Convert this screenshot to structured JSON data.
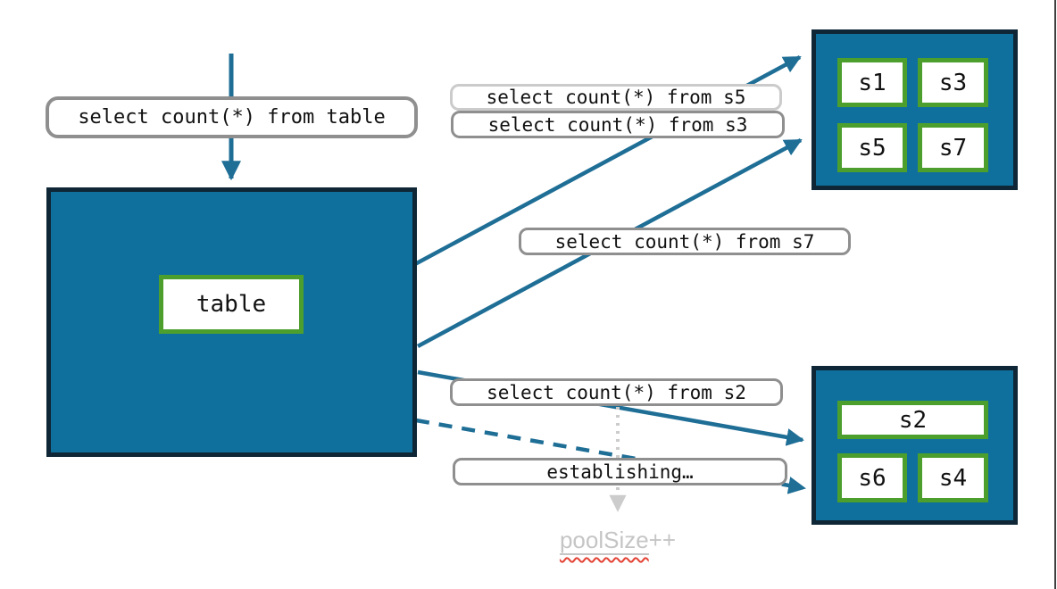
{
  "labels": {
    "query_table": "select count(*) from table",
    "query_s5": "select count(*) from s5",
    "query_s3": "select count(*) from s3",
    "query_s7": "select count(*) from s7",
    "query_s2": "select count(*) from s2",
    "establishing": "establishing…",
    "pool_size_word": "poolSize",
    "pool_size_suffix": "++"
  },
  "table_box": {
    "label": "table"
  },
  "shards": {
    "top": [
      "s1",
      "s3",
      "s5",
      "s7"
    ],
    "bottom": [
      "s2",
      "s6",
      "s4"
    ]
  },
  "colors": {
    "node_fill": "#0F709D",
    "node_border": "#0E2635",
    "shard_border": "#4C9F2D",
    "arrow": "#1E6E96",
    "pill_border": "#8F8F8F",
    "pill_border_light": "#CBCBCB",
    "muted_text": "#C5C5C5",
    "dotted_arrow": "#CCCCCC",
    "squiggle": "#E34234"
  }
}
